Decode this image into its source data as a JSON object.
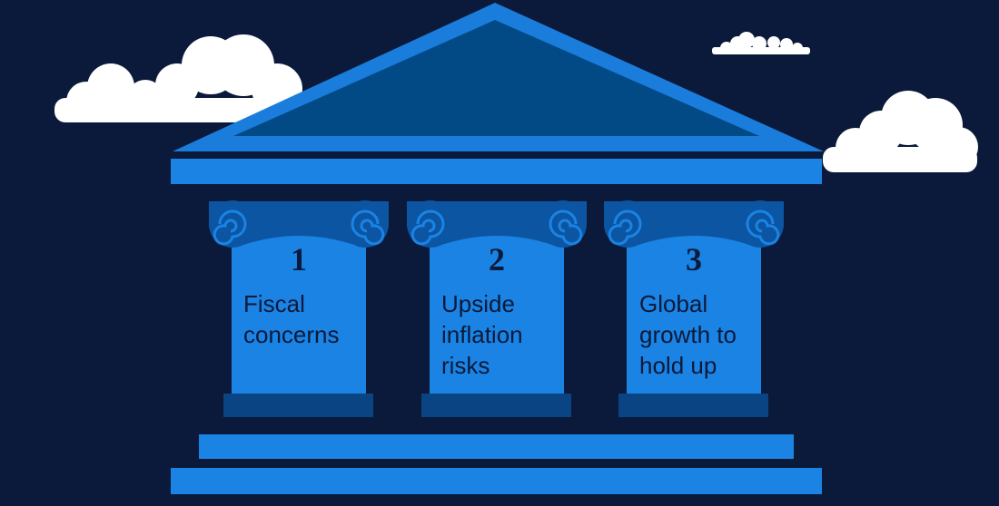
{
  "colors": {
    "background": "#0b1a3a",
    "roof_outer": "#1a7ddc",
    "roof_inner": "#024a86",
    "beam": "#1a83e3",
    "column": "#1a83e3",
    "capital": "#0c55a3",
    "base": "#0a4482",
    "steps": "#1a83e3",
    "cloud": "#ffffff"
  },
  "pillars": [
    {
      "number": "1",
      "lines": [
        "Fiscal",
        "concerns"
      ]
    },
    {
      "number": "2",
      "lines": [
        "Upside",
        "inflation",
        "risks"
      ]
    },
    {
      "number": "3",
      "lines": [
        "Global",
        "growth to",
        "hold up"
      ]
    }
  ]
}
